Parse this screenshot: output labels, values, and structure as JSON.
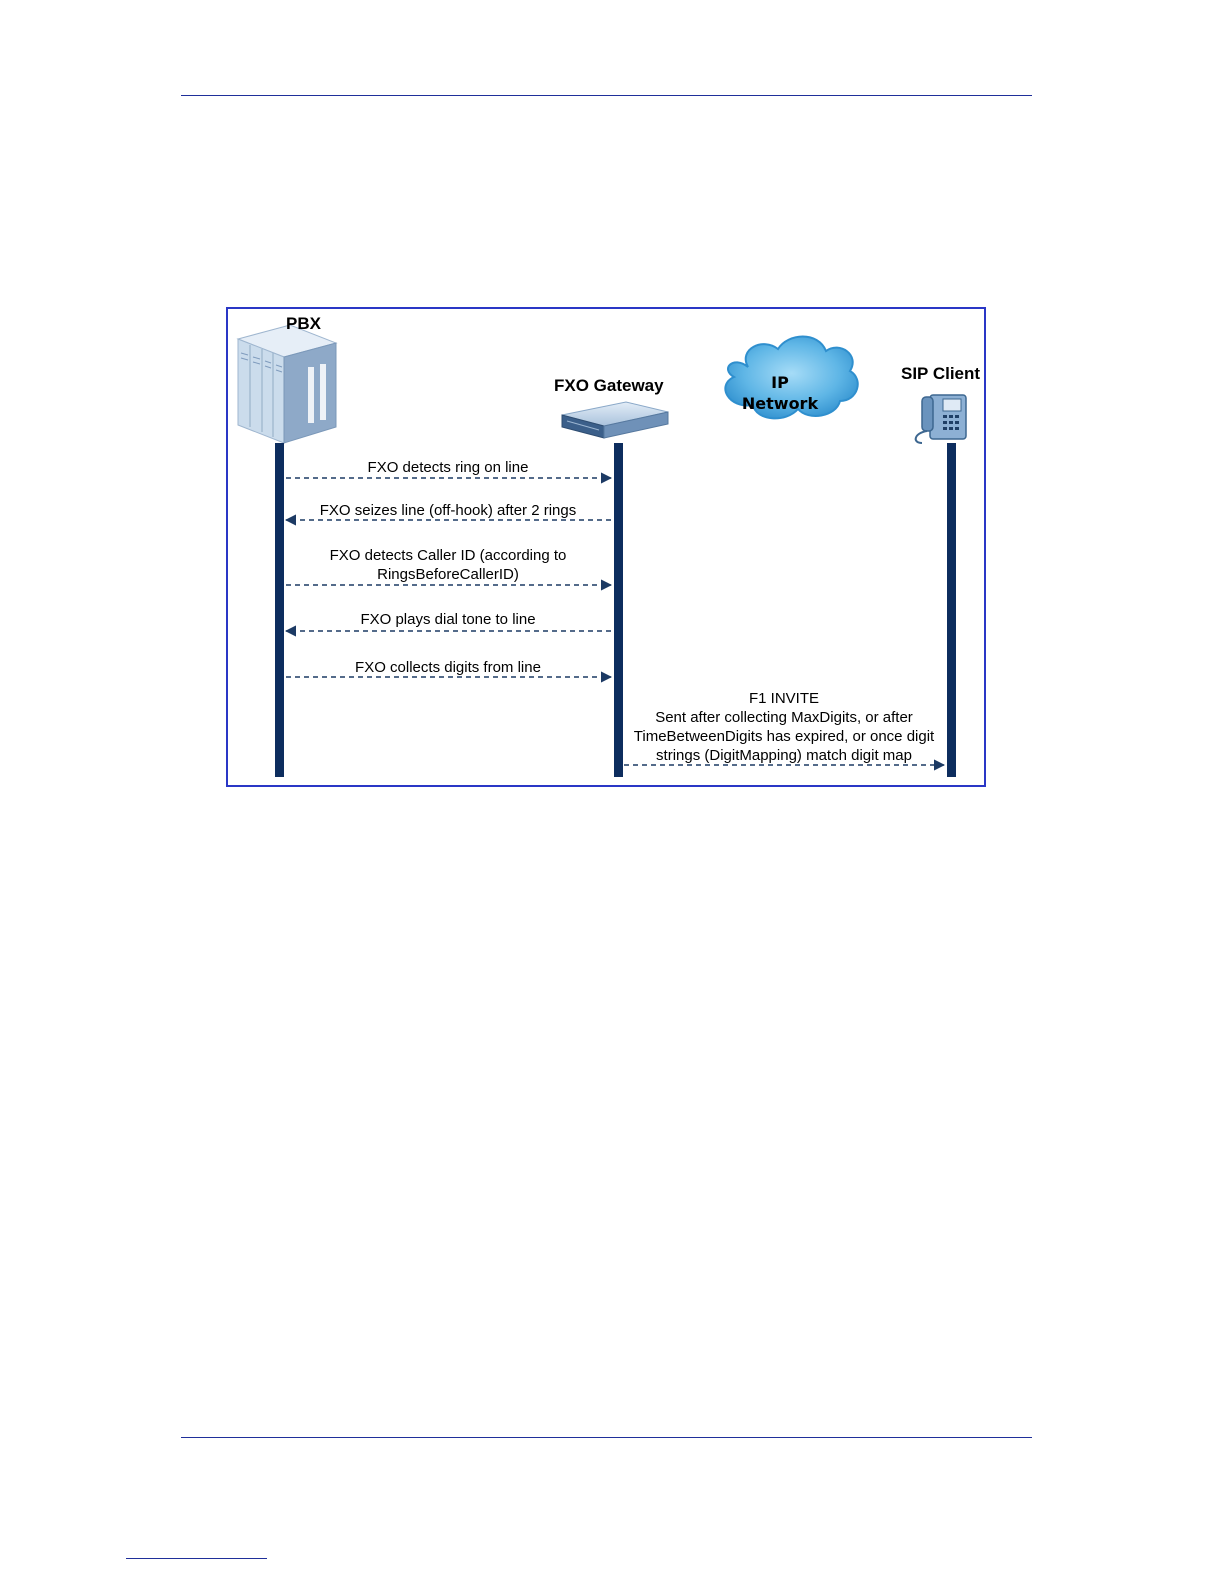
{
  "entities": {
    "pbx": "PBX",
    "fxo_gateway": "FXO Gateway",
    "ip_network_line1": "IP",
    "ip_network_line2": "Network",
    "sip_client": "SIP Client"
  },
  "messages": [
    {
      "from": "pbx",
      "to": "fxo_gateway",
      "lines": [
        "FXO detects ring on line"
      ]
    },
    {
      "from": "fxo_gateway",
      "to": "pbx",
      "lines": [
        "FXO seizes line (off-hook) after 2 rings"
      ]
    },
    {
      "from": "pbx",
      "to": "fxo_gateway",
      "lines": [
        "FXO detects Caller ID (according to",
        "RingsBeforeCallerID)"
      ]
    },
    {
      "from": "fxo_gateway",
      "to": "pbx",
      "lines": [
        "FXO plays dial tone to line"
      ]
    },
    {
      "from": "pbx",
      "to": "fxo_gateway",
      "lines": [
        "FXO collects digits from line"
      ]
    },
    {
      "from": "fxo_gateway",
      "to": "sip_client",
      "lines": [
        "F1   INVITE",
        "Sent after collecting MaxDigits, or after",
        "TimeBetweenDigits has expired, or once digit",
        "strings (DigitMapping) match digit map"
      ]
    }
  ],
  "colors": {
    "page_rule": "#1f2f9a",
    "frame_border": "#2a37c6",
    "lifeline": "#0d2d5e",
    "arrow": "#1c3a64",
    "cloud": "#3fa2dc",
    "cloud_light": "#8fd0f3",
    "pbx_light": "#c9dced",
    "pbx_dark": "#7b9cc0"
  },
  "icons": {
    "pbx": "pbx-cabinet-icon",
    "gateway": "gateway-device-icon",
    "network": "ip-cloud-icon",
    "client": "desk-phone-icon"
  }
}
